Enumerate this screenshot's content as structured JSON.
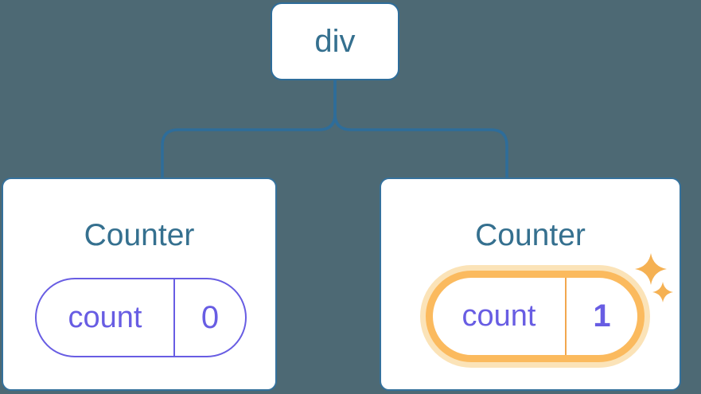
{
  "diagram": {
    "type": "component-tree",
    "root": {
      "label": "div"
    },
    "children": [
      {
        "title": "Counter",
        "state_name": "count",
        "state_value": "0",
        "highlighted": false
      },
      {
        "title": "Counter",
        "state_name": "count",
        "state_value": "1",
        "highlighted": true
      }
    ],
    "colors": {
      "background": "#4d6974",
      "connector_blue": "#2e6d9a",
      "text_blue": "#35708f",
      "state_purple": "#685de3",
      "highlight_orange": "#fbba5e",
      "highlight_glow": "#fbe3b8",
      "sparkle_orange": "#f5b153"
    }
  }
}
